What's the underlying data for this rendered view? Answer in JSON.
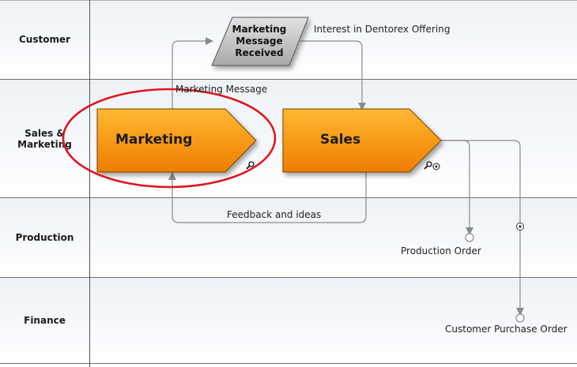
{
  "lanes": [
    {
      "label": "Customer"
    },
    {
      "label": "Sales &\nMarketing"
    },
    {
      "label": "Production"
    },
    {
      "label": "Finance"
    }
  ],
  "processes": {
    "marketing": {
      "label": "Marketing"
    },
    "sales": {
      "label": "Sales"
    }
  },
  "document": {
    "label": "Marketing\nMessage\nReceived"
  },
  "connector_labels": {
    "interest": "Interest in Dentorex Offering",
    "marketing_message": "Marketing Message",
    "feedback": "Feedback and ideas",
    "production_order": "Production Order",
    "customer_purchase_order": "Customer Purchase Order"
  },
  "colors": {
    "process_fill_top": "#ffb833",
    "process_fill_bottom": "#ef7d00",
    "document_fill": "#c8c8c8",
    "highlight_ellipse": "#e0141e",
    "connector": "#8a8a8a"
  }
}
